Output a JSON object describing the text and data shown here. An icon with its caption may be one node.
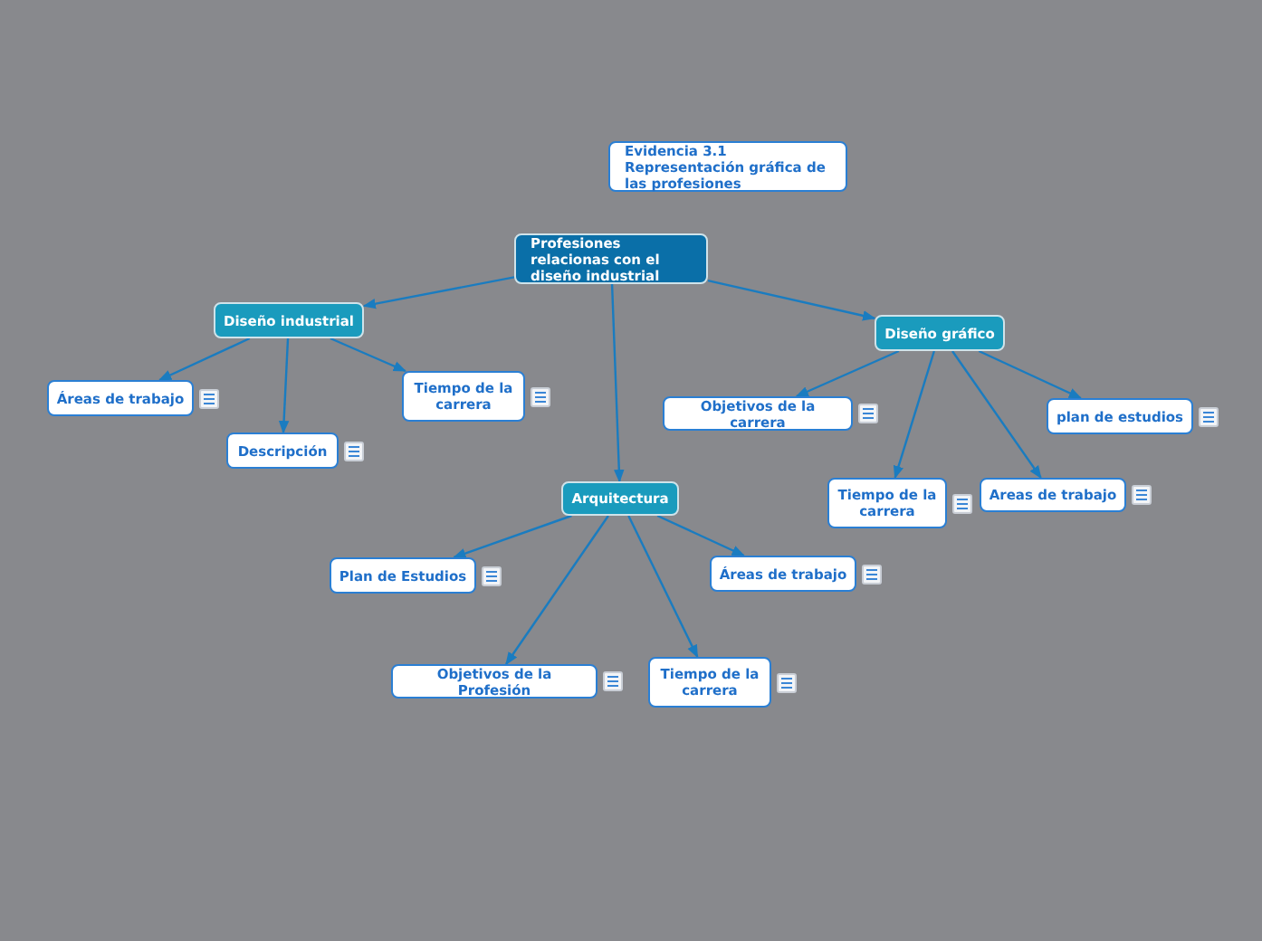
{
  "diagram": {
    "nodes": [
      {
        "text": [
          "Evidencia 3.1 Representación gráfica de las profesiones"
        ]
      },
      {
        "text": [
          "Profesiones relacionas con el diseño industrial"
        ]
      },
      {
        "text": [
          "Diseño industrial"
        ]
      },
      {
        "text": [
          "Áreas de trabajo"
        ]
      },
      {
        "text": [
          "Descripción"
        ]
      },
      {
        "text": [
          "Tiempo de la carrera"
        ]
      },
      {
        "text": [
          "Diseño gráfico"
        ]
      },
      {
        "text": [
          "Objetivos de la carrera"
        ]
      },
      {
        "text": [
          "Tiempo de la carrera"
        ]
      },
      {
        "text": [
          "Areas de trabajo"
        ]
      },
      {
        "text": [
          "plan de estudios"
        ]
      },
      {
        "text": [
          "Arquitectura"
        ]
      },
      {
        "text": [
          "Plan de Estudios"
        ]
      },
      {
        "text": [
          "Áreas de trabajo"
        ]
      },
      {
        "text": [
          "Objetivos de la Profesión"
        ]
      },
      {
        "text": [
          "Tiempo de la carrera"
        ]
      }
    ],
    "edges": [
      {
        "from": 1,
        "to": 2,
        "arrow": "to"
      },
      {
        "from": 1,
        "to": 6,
        "arrow": "to"
      },
      {
        "from": 1,
        "to": 11,
        "arrow": "to"
      },
      {
        "from": 2,
        "to": 3,
        "arrow": "to"
      },
      {
        "from": 2,
        "to": 4,
        "arrow": "to"
      },
      {
        "from": 2,
        "to": 5,
        "arrow": "to"
      },
      {
        "from": 6,
        "to": 7,
        "arrow": "to"
      },
      {
        "from": 6,
        "to": 8,
        "arrow": "to"
      },
      {
        "from": 6,
        "to": 9,
        "arrow": "to"
      },
      {
        "from": 6,
        "to": 10,
        "arrow": "to"
      },
      {
        "from": 11,
        "to": 12,
        "arrow": "to"
      },
      {
        "from": 11,
        "to": 14,
        "arrow": "to"
      },
      {
        "from": 11,
        "to": 15,
        "arrow": "to"
      },
      {
        "from": 11,
        "to": 13,
        "arrow": "to"
      }
    ]
  }
}
